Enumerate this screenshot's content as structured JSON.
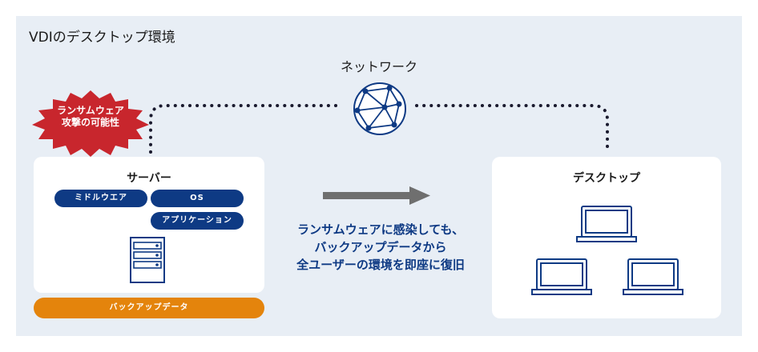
{
  "title": "VDIのデスクトップ環境",
  "network": {
    "label": "ネットワーク",
    "icon": "network-globe-icon"
  },
  "ransomware_badge": {
    "line1": "ランサムウェア",
    "line2": "攻撃の可能性",
    "color": "#c8262d"
  },
  "server": {
    "title": "サーバー",
    "pills": {
      "middleware": "ミドルウエア",
      "os": "OS",
      "application": "アプリケーション"
    },
    "icon": "server-rack-icon",
    "backup_label": "バックアップデータ"
  },
  "message": {
    "line1": "ランサムウェアに感染しても、",
    "line2": "バックアップデータから",
    "line3": "全ユーザーの環境を即座に復旧"
  },
  "desktop": {
    "title": "デスクトップ",
    "icon": "laptop-icon"
  },
  "colors": {
    "navy": "#0e3a84",
    "orange": "#e4840c",
    "red": "#c8262d",
    "panel": "#e8eef5"
  }
}
